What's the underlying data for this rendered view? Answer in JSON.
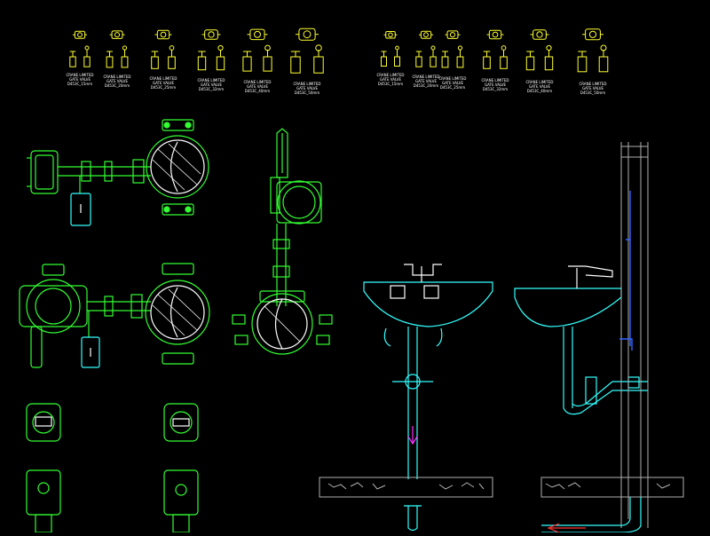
{
  "colors": {
    "background": "#000000",
    "yellow": "#ffff33",
    "green": "#33ff33",
    "cyan": "#33ffff",
    "white": "#ffffff",
    "magenta": "#ff33ff",
    "blue": "#3366ff",
    "red": "#ff3333",
    "gray": "#b0b0b0"
  },
  "valve_groups": [
    {
      "labels": [
        "CRANE LIMITED\nGATE VALVE\nD453C_15mm",
        "CRANE LIMITED\nGATE VALVE\nD453C_20mm",
        "CRANE LIMITED\nGATE VALVE\nD453C_25mm",
        "CRANE LIMITED\nGATE VALVE\nD453C_32mm",
        "CRANE LIMITED\nGATE VALVE\nD453C_40mm",
        "CRANE LIMITED\nGATE VALVE\nD453C_50mm"
      ]
    },
    {
      "labels": [
        "CRANE LIMITED\nGATE VALVE\nD453C_15mm",
        "CRANE LIMITED\nGATE VALVE\nD453C_20mm",
        "CRANE LIMITED\nGATE VALVE\nD453C_25mm",
        "CRANE LIMITED\nGATE VALVE\nD453C_32mm",
        "CRANE LIMITED\nGATE VALVE\nD453C_40mm",
        "CRANE LIMITED\nGATE VALVE\nD453C_50mm"
      ]
    }
  ],
  "icons": {
    "valve": "gate-valve-icon",
    "flowmeter": "flowmeter-icon",
    "basin": "wash-basin-icon"
  }
}
